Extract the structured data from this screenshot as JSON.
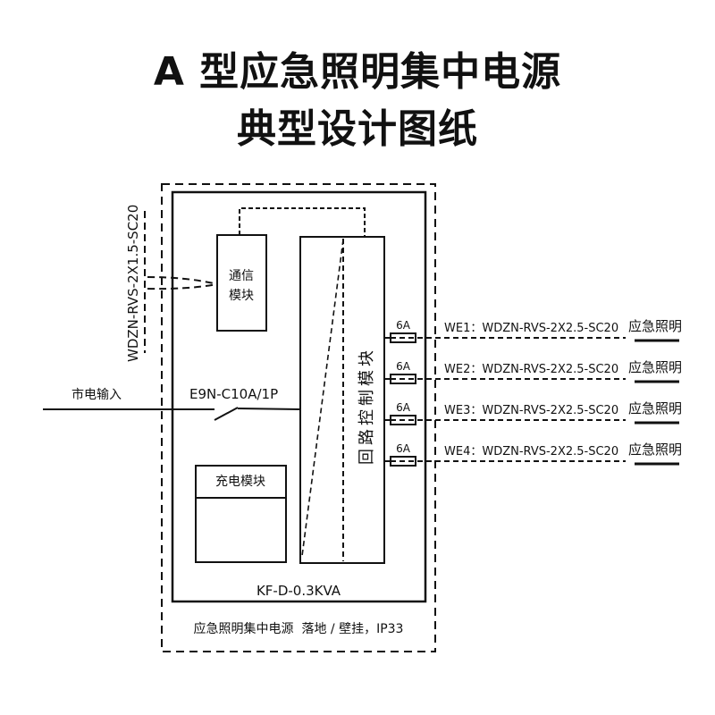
{
  "title": {
    "line1": "A 型应急照明集中电源",
    "line2": "典型设计图纸"
  },
  "diagram": {
    "comm_cable": "WDZN-RVS-2X1.5-SC20",
    "comm_module": {
      "line1": "通信",
      "line2": "模块"
    },
    "mains_input": "市电输入",
    "breaker": "E9N-C10A/1P",
    "charge_module": "充电模块",
    "loop_control_module": "回路控制模块",
    "model": "KF-D-0.3KVA",
    "footer": "应急照明集中电源  落地 / 壁挂，IP33",
    "circuits": [
      {
        "fuse": "6A",
        "cable": "WE1：WDZN-RVS-2X2.5-SC20",
        "load": "应急照明"
      },
      {
        "fuse": "6A",
        "cable": "WE2：WDZN-RVS-2X2.5-SC20",
        "load": "应急照明"
      },
      {
        "fuse": "6A",
        "cable": "WE3：WDZN-RVS-2X2.5-SC20",
        "load": "应急照明"
      },
      {
        "fuse": "6A",
        "cable": "WE4：WDZN-RVS-2X2.5-SC20",
        "load": "应急照明"
      }
    ]
  }
}
